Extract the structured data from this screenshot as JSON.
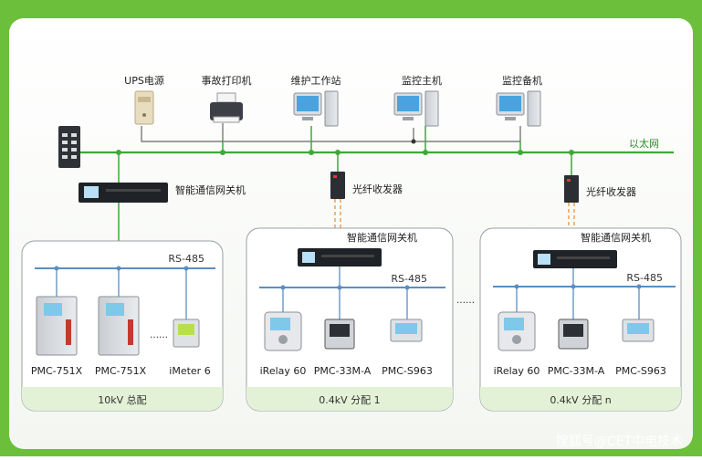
{
  "top_devices": [
    {
      "label": "UPS电源",
      "icon": "ups-icon"
    },
    {
      "label": "事故打印机",
      "icon": "printer-icon"
    },
    {
      "label": "维护工作站",
      "icon": "workstation-icon"
    },
    {
      "label": "监控主机",
      "icon": "workstation-icon"
    },
    {
      "label": "监控备机",
      "icon": "workstation-icon"
    }
  ],
  "ethernet_label": "以太网",
  "gateway_main_label": "智能通信网关机",
  "fiber_label": "光纤收发器",
  "groups": [
    {
      "gateway_label": "",
      "bus_label": "RS-485",
      "footer": "10kV 总配",
      "devices": [
        "PMC-751X",
        "PMC-751X",
        "iMeter 6"
      ],
      "ellipsis": "……"
    },
    {
      "gateway_label": "智能通信网关机",
      "bus_label": "RS-485",
      "footer": "0.4kV 分配 1",
      "devices": [
        "iRelay 60",
        "PMC-33M-A",
        "PMC-S963"
      ]
    },
    {
      "gateway_label": "智能通信网关机",
      "bus_label": "RS-485",
      "footer": "0.4kV 分配 n",
      "devices": [
        "iRelay 60",
        "PMC-33M-A",
        "PMC-S963"
      ]
    }
  ],
  "middle_ellipsis": "……",
  "watermark": "搜狐号@CET中电技术",
  "colors": {
    "frame": "#6cbf3a",
    "ethernet": "#3daa35",
    "rs485": "#5b8ec2",
    "fiber": "#f0a050",
    "footer_bg": "#e3f2d6"
  }
}
